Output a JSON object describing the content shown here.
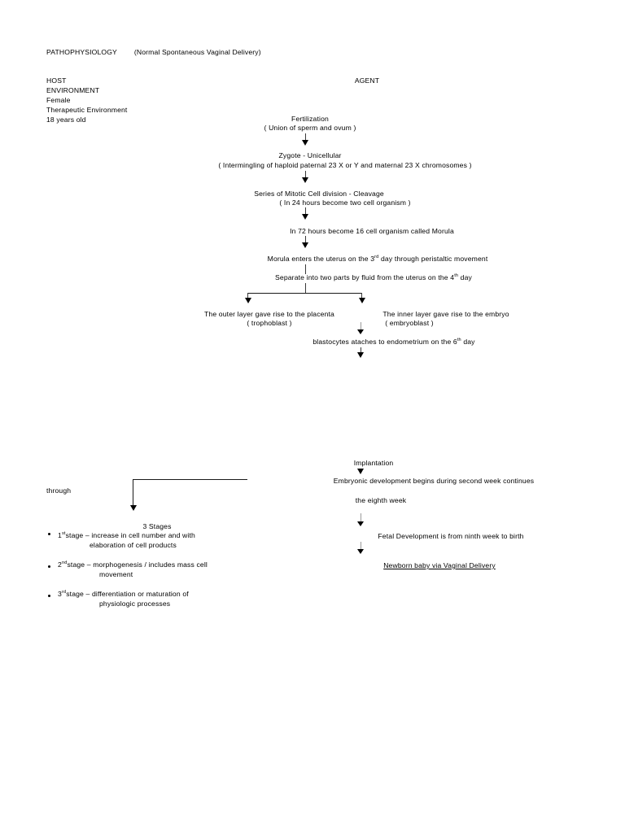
{
  "document": {
    "title_main": "PATHOPHYSIOLOGY",
    "title_sub": "(Normal Spontaneous Vaginal Delivery)"
  },
  "host": {
    "heading": "HOST",
    "lines": [
      "ENVIRONMENT",
      "Female",
      "Therapeutic Environment",
      "18  years old"
    ]
  },
  "agent": {
    "heading": "AGENT"
  },
  "flow": {
    "fertilization_title": "Fertilization",
    "fertilization_sub": "( Union of sperm and ovum )",
    "zygote_title": "Zygote - Unicellular",
    "zygote_sub": "( Intermingling of haploid paternal 23 X or Y and maternal 23 X chromosomes )",
    "mitotic_title": "Series of  Mitotic Cell division - Cleavage",
    "mitotic_sub": "( In 24 hours become two cell organism )",
    "morula_72": "In 72 hours become 16 cell organism called Morula",
    "morula_uterus_pre": "Morula enters the uterus on the 3",
    "morula_uterus_sup": "rd",
    "morula_uterus_post": " day through peristaltic movement",
    "separate_pre": "Separate into two parts by fluid from the uterus on the 4",
    "separate_sup": "th",
    "separate_post": " day",
    "outer_layer": "The outer layer gave rise to the placenta",
    "outer_layer_sub": "( trophoblast )",
    "inner_layer": "The inner layer gave rise to the embryo",
    "inner_layer_sub": "( embryoblast )",
    "blastocyte_pre": "blastocytes ataches to endometrium on the 6",
    "blastocyte_sup": "th",
    "blastocyte_post": " day"
  },
  "development": {
    "implantation": "Implantation",
    "embryonic_line1": "Embryonic development begins during second week continues",
    "embryonic_line2": "the  eighth week",
    "fetal": "Fetal Development is from ninth week to birth",
    "newborn": "Newborn baby via Vaginal Delivery"
  },
  "stages": {
    "through_label": "through",
    "heading": "3 Stages",
    "items": [
      {
        "ordinal": "1",
        "ordinal_sup": "st",
        "line1": "stage – increase in cell number and with",
        "line2": "elaboration of cell products"
      },
      {
        "ordinal": "2",
        "ordinal_sup": "nd",
        "line1": "stage – morphogenesis / includes mass cell",
        "line2": "movement"
      },
      {
        "ordinal": "3",
        "ordinal_sup": "rd",
        "line1": "stage – differentiation or maturation of",
        "line2": "physiologic processes"
      }
    ]
  }
}
